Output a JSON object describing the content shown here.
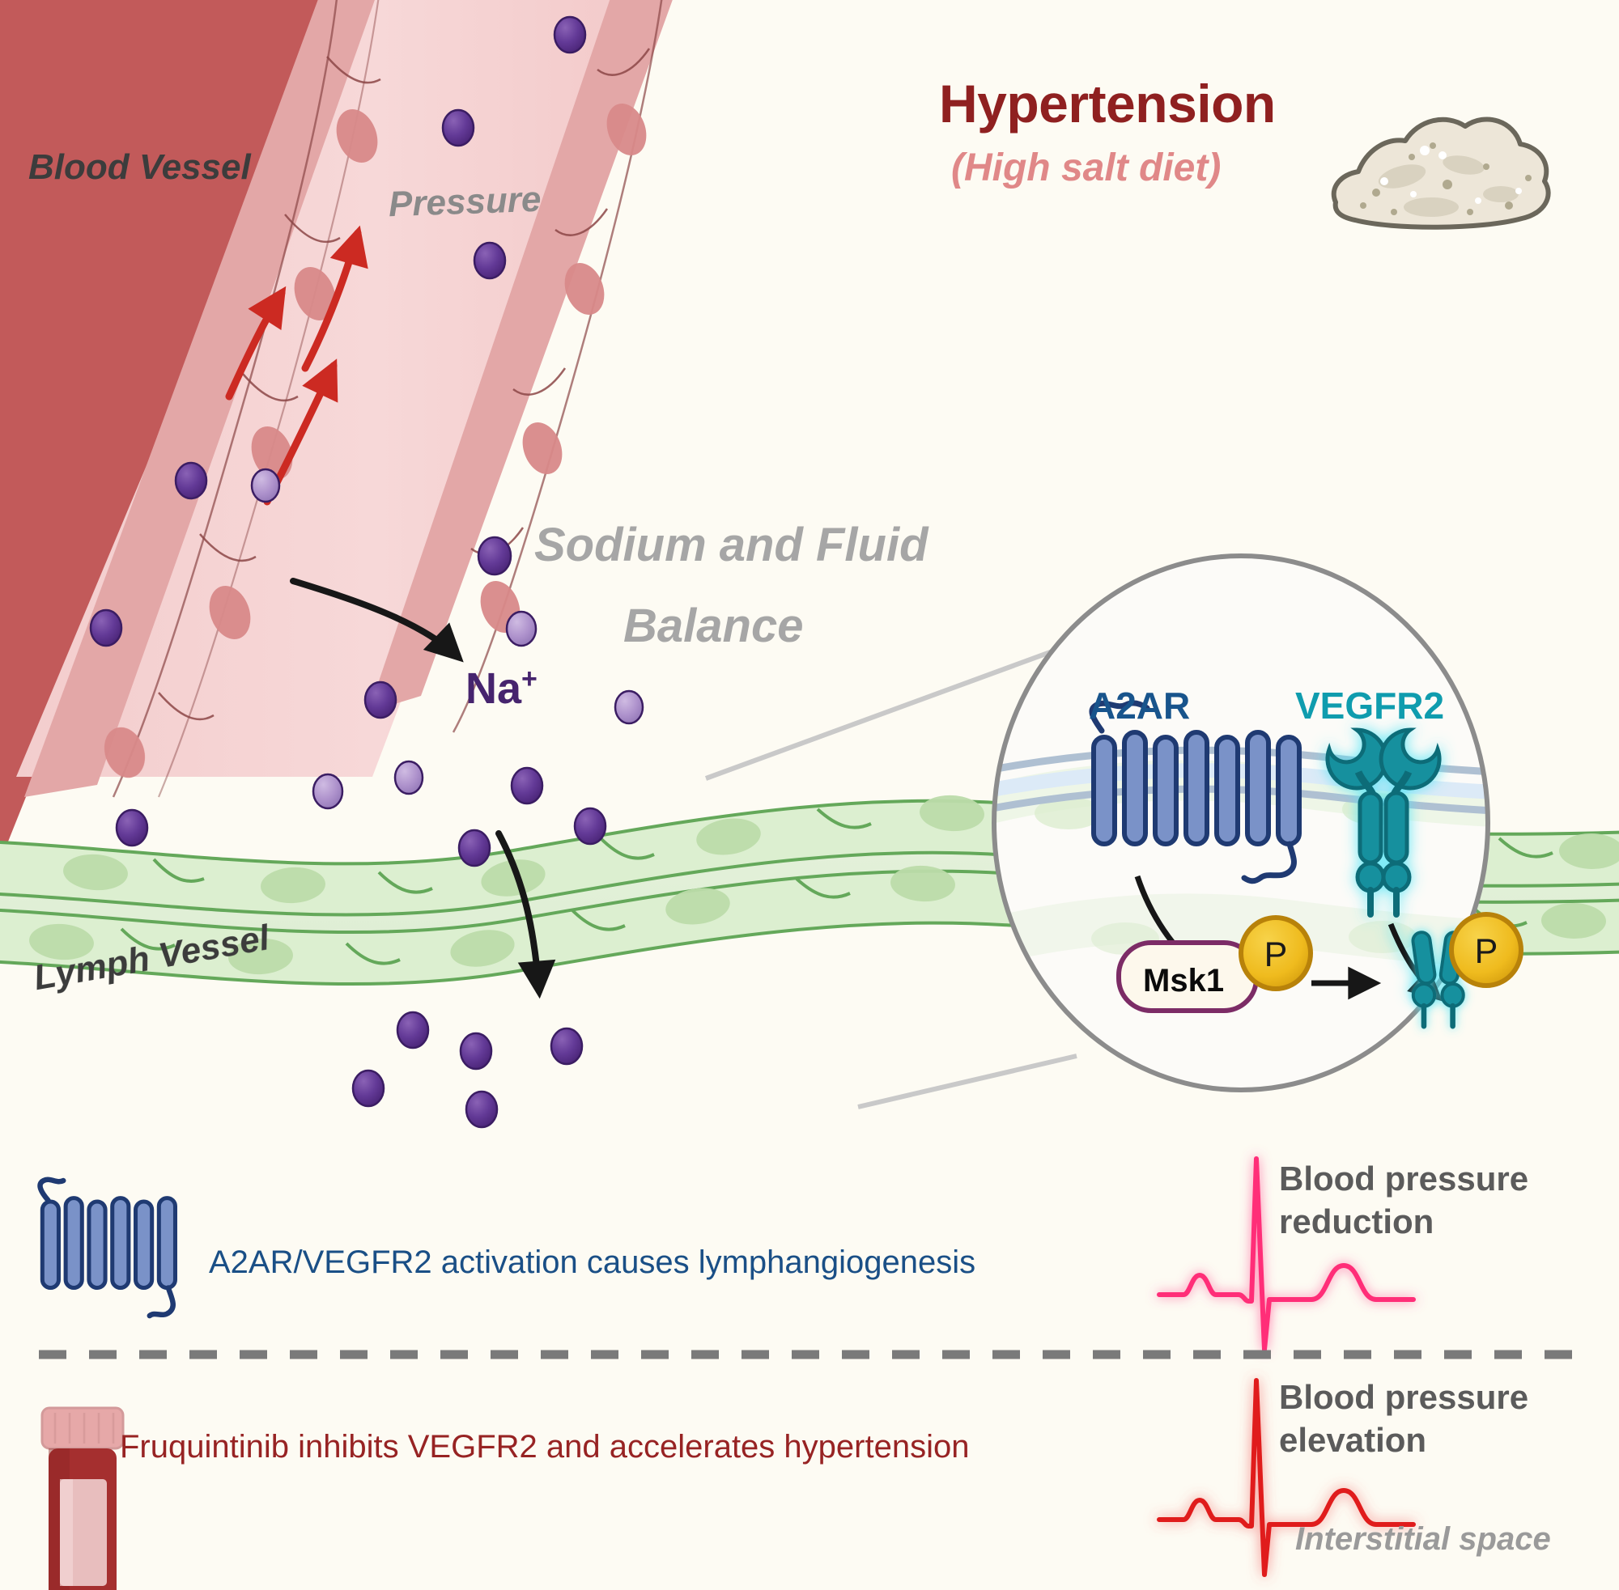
{
  "background_color": "#FDFBF3",
  "title": {
    "main": "Hypertension",
    "main_color": "#8F2020",
    "subtitle": "(High salt diet)",
    "subtitle_color": "#E08888",
    "icon": "salt-pile-icon"
  },
  "annotations": {
    "blood_vessel": "Blood Vessel",
    "pressure": "Pressure",
    "sodium_balance_line1": "Sodium and Fluid",
    "sodium_balance_line2": "Balance",
    "sodium_ion": "Na",
    "sodium_ion_charge": "+",
    "lymph_vessel": "Lymph Vessel",
    "interstitial_space": "Interstitial space"
  },
  "inset": {
    "receptor_a2ar": "A2AR",
    "receptor_a2ar_color": "#18548C",
    "receptor_vegfr2": "VEGFR2",
    "receptor_vegfr2_color": "#0F9CAE",
    "kinase": "Msk1",
    "phosphate_badge": "P",
    "phosphate_color": "#EFB91B"
  },
  "legend": [
    {
      "icon": "gpcr-receptor-icon",
      "text": "A2AR/VEGFR2 activation causes lymphangiogenesis",
      "color": "#1A4F86"
    },
    {
      "icon": "drug-vial-icon",
      "text": "Fruquintinib inhibits VEGFR2 and accelerates hypertension",
      "color": "#972323"
    }
  ],
  "outcomes": [
    {
      "icon": "ecg-waveform-icon",
      "line1": "Blood pressure",
      "line2": "reduction",
      "trace_color": "#FF2D78"
    },
    {
      "icon": "ecg-waveform-icon",
      "line1": "Blood pressure",
      "line2": "elevation",
      "trace_color": "#E01B1B"
    }
  ],
  "colors": {
    "vessel_wall": "#C25A5A",
    "vessel_endothelium": "#E3A7A7",
    "vessel_lumen": "#F5D2D2",
    "lymph_fill": "#E3F0DA",
    "lymph_stroke": "#64A85A",
    "sodium_dark": "#5E3191",
    "sodium_light": "#A58BC4",
    "arrow_pressure": "#CC2A22",
    "divider": "#7A7A7A"
  }
}
